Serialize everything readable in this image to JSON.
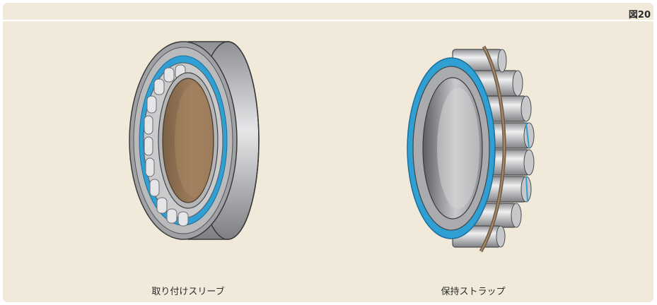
{
  "figure": {
    "label": "図20"
  },
  "illustrations": [
    {
      "caption": "取り付けスリーブ",
      "icon": "bearing-with-mounting-sleeve-icon"
    },
    {
      "caption": "保持ストラップ",
      "icon": "roller-assembly-with-retaining-strap-icon"
    }
  ],
  "colors": {
    "background": "#f1eadb",
    "cage_blue": "#2f9fd4",
    "sleeve_brown": "#9a7a5a",
    "steel": "#a9abae",
    "outline": "#3a3a3a"
  }
}
